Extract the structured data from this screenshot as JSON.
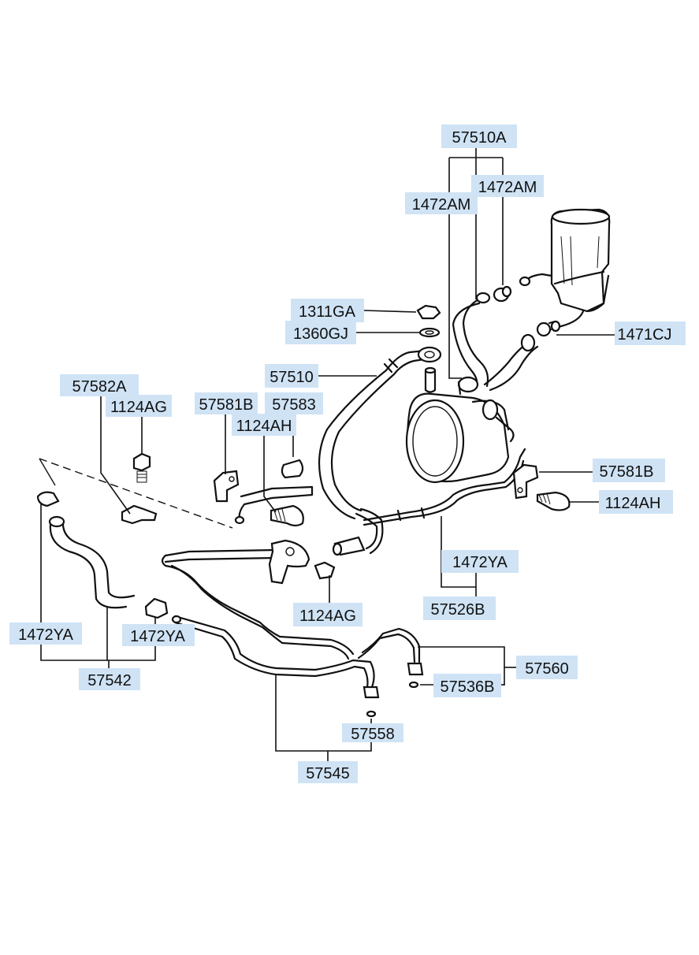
{
  "labels": {
    "l57510A": "57510A",
    "l1472AM_r": "1472AM",
    "l1472AM_l": "1472AM",
    "l1311GA": "1311GA",
    "l1360GJ": "1360GJ",
    "l1471CJ": "1471CJ",
    "l57510": "57510",
    "l57582A": "57582A",
    "l1124AG_top": "1124AG",
    "l57581B_l": "57581B",
    "l57583": "57583",
    "l1124AH_l": "1124AH",
    "l57581B_r": "57581B",
    "l1124AH_r": "1124AH",
    "l1472YA_mid": "1472YA",
    "l57526B": "57526B",
    "l1124AG_bot": "1124AG",
    "l1472YA_left": "1472YA",
    "l1472YA_clip": "1472YA",
    "l57542": "57542",
    "l57560": "57560",
    "l57536B": "57536B",
    "l57558": "57558",
    "l57545": "57545"
  },
  "colors": {
    "label_background": "#cfe3f5",
    "line": "#111111",
    "background": "#ffffff"
  }
}
